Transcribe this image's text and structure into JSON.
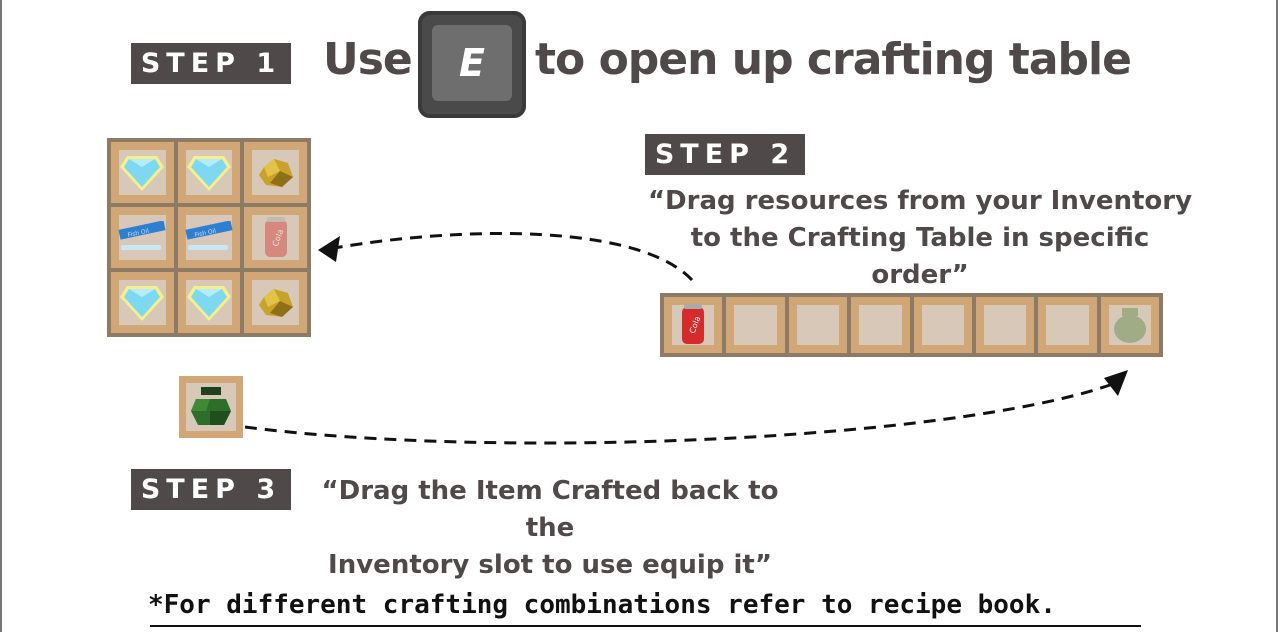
{
  "step1": {
    "badge": "STEP 1",
    "use": "Use",
    "key": "E",
    "rest": "to open up crafting table"
  },
  "step2": {
    "badge": "STEP 2",
    "line1": "“Drag resources from your Inventory",
    "line2": "to the Crafting Table in specific order”"
  },
  "step3": {
    "badge": "STEP 3",
    "line1": "“Drag the Item Crafted back to the",
    "line2": "Inventory slot to use equip it”"
  },
  "crafting_grid": [
    "diamond-icon",
    "diamond-icon",
    "gold-nugget-icon",
    "fish-oil-icon",
    "fish-oil-icon",
    "cola-can-icon",
    "diamond-icon",
    "diamond-icon",
    "gold-nugget-icon"
  ],
  "fish_oil_text": "Fish Oil",
  "cola_text": "Cola",
  "hotbar": [
    "cola-can-icon",
    "",
    "",
    "",
    "",
    "",
    "",
    "jar-icon"
  ],
  "result_item": "grenade-icon",
  "footnote": "*For different crafting combinations refer to recipe book.",
  "colors": {
    "badge_bg": "#4f4a49",
    "text": "#4f4a49",
    "slot_wood": "#d1a778",
    "slot_inner": "#d7c8b8"
  }
}
